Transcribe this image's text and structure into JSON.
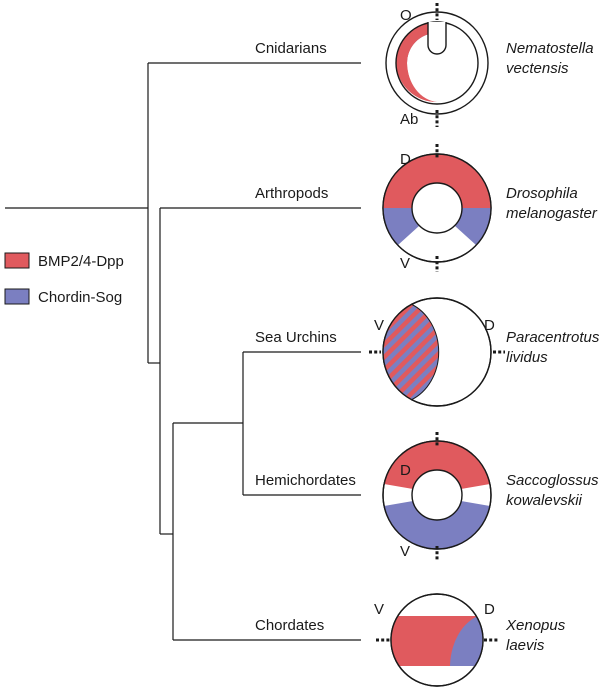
{
  "legend": {
    "items": [
      {
        "label": "BMP2/4-Dpp",
        "color": "#E05A5E"
      },
      {
        "label": "Chordin-Sog",
        "color": "#7B7FC1"
      }
    ]
  },
  "colors": {
    "bmp": "#E05A5E",
    "chordin": "#7B7FC1",
    "line": "#1a1a1a"
  },
  "taxa": [
    {
      "group": "Cnidarians",
      "species_line1": "Nematostella",
      "species_line2": "vectensis",
      "axis_top": "O",
      "axis_bottom": "Ab"
    },
    {
      "group": "Arthropods",
      "species_line1": "Drosophila",
      "species_line2": "melanogaster",
      "axis_top": "D",
      "axis_bottom": "V"
    },
    {
      "group": "Sea Urchins",
      "species_line1": "Paracentrotus",
      "species_line2": "lividus",
      "axis_left": "V",
      "axis_right": "D"
    },
    {
      "group": "Hemichordates",
      "species_line1": "Saccoglossus",
      "species_line2": "kowalevskii",
      "axis_top": "D",
      "axis_bottom": "V"
    },
    {
      "group": "Chordates",
      "species_line1": "Xenopus",
      "species_line2": "laevis",
      "axis_left": "V",
      "axis_right": "D"
    }
  ]
}
